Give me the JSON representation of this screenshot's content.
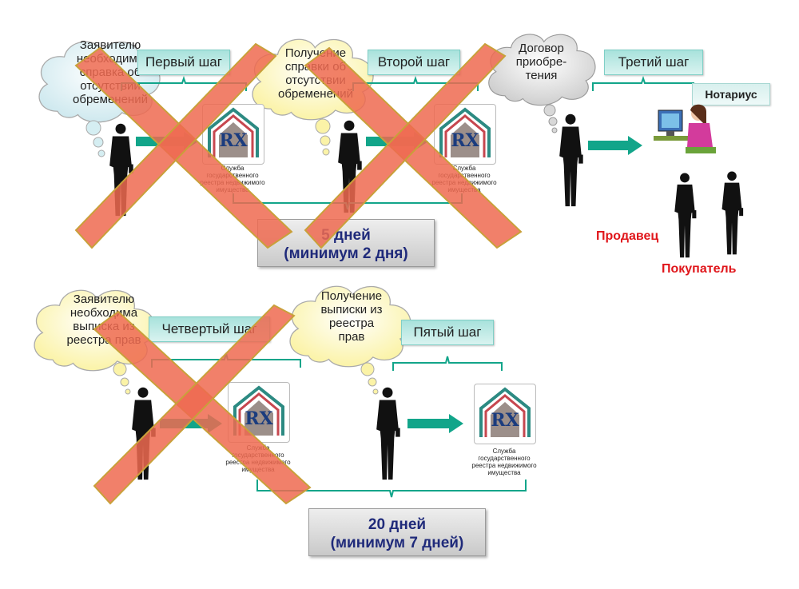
{
  "clouds": {
    "c1": "Заявителю\nнеобходима\nсправка об\nотсутствии\nобременений",
    "c2": "Получение\nсправки об\nотсутствии\nобременений",
    "c3": "Договор\nприобре-\nтения",
    "c4": "Заявителю\nнеобходима\nвыписка из\nреестра прав",
    "c5": "Получение\nвыписки из\nреестра\nправ"
  },
  "steps": {
    "s1": "Первый шаг",
    "s2": "Второй шаг",
    "s3": "Третий шаг",
    "s4": "Четвертый шаг",
    "s5": "Пятый шаг"
  },
  "days": {
    "top_line1": "5 дней",
    "top_line2": "(минимум 2 дня)",
    "bottom_line1": "20 дней",
    "bottom_line2": "(минимум 7 дней)"
  },
  "logo_caption": "Служба государственного\nреестра недвижимого\nимущества",
  "notary": "Нотариус",
  "seller": "Продавец",
  "buyer": "Покупатель",
  "colors": {
    "arrow": "#12a58a",
    "cross": "#ef6a50",
    "days_text": "#1f2a7a",
    "red_label": "#e0161b",
    "step_bg": "#bfe9e4"
  }
}
